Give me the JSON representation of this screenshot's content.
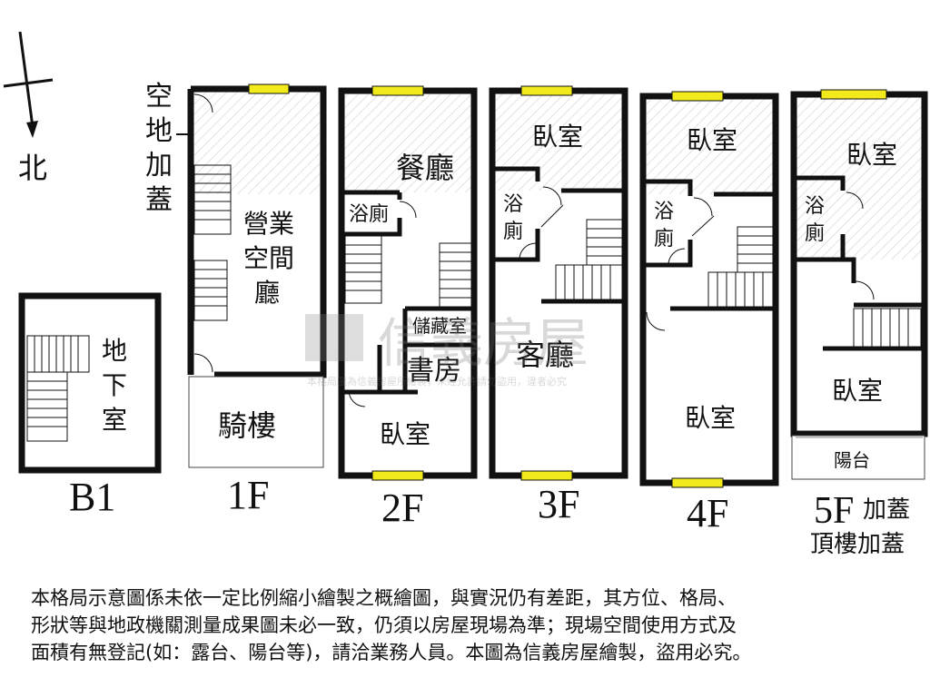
{
  "compass": {
    "north": "北"
  },
  "watermark": {
    "brand": "信義房屋",
    "notice": "本格局圖為信義房屋所繪製，未經允許請勿盜用，違者必究"
  },
  "annex_label": [
    "空",
    "地",
    "加",
    "蓋"
  ],
  "floors": [
    {
      "id": "B1",
      "label": "B1",
      "rooms": [
        "地",
        "下",
        "室"
      ]
    },
    {
      "id": "1F",
      "label": "1F",
      "rooms": [
        "營業",
        "空間",
        "廳",
        "騎樓"
      ]
    },
    {
      "id": "2F",
      "label": "2F",
      "rooms": [
        "餐廳",
        "浴廁",
        "儲藏室",
        "書房",
        "臥室"
      ]
    },
    {
      "id": "3F",
      "label": "3F",
      "rooms": [
        "臥室",
        "浴",
        "廁",
        "客廳"
      ]
    },
    {
      "id": "4F",
      "label": "4F",
      "rooms": [
        "臥室",
        "浴",
        "廁",
        "臥室"
      ]
    },
    {
      "id": "5F",
      "label": "5F",
      "suffix": "加蓋",
      "sub": "頂樓加蓋",
      "rooms": [
        "臥室",
        "浴",
        "廁",
        "臥室",
        "陽台"
      ]
    }
  ],
  "disclaimer": [
    "本格局示意圖係未依一定比例縮小繪製之概繪圖，與實況仍有差距，其方位、格局、",
    "形狀等與地政機關測量成果圖未必一致，仍須以房屋現場為準；現場空間使用方式及",
    "面積有無登記(如：露台、陽台等)，請洽業務人員。本圖為信義房屋繪製，盜用必究。"
  ]
}
